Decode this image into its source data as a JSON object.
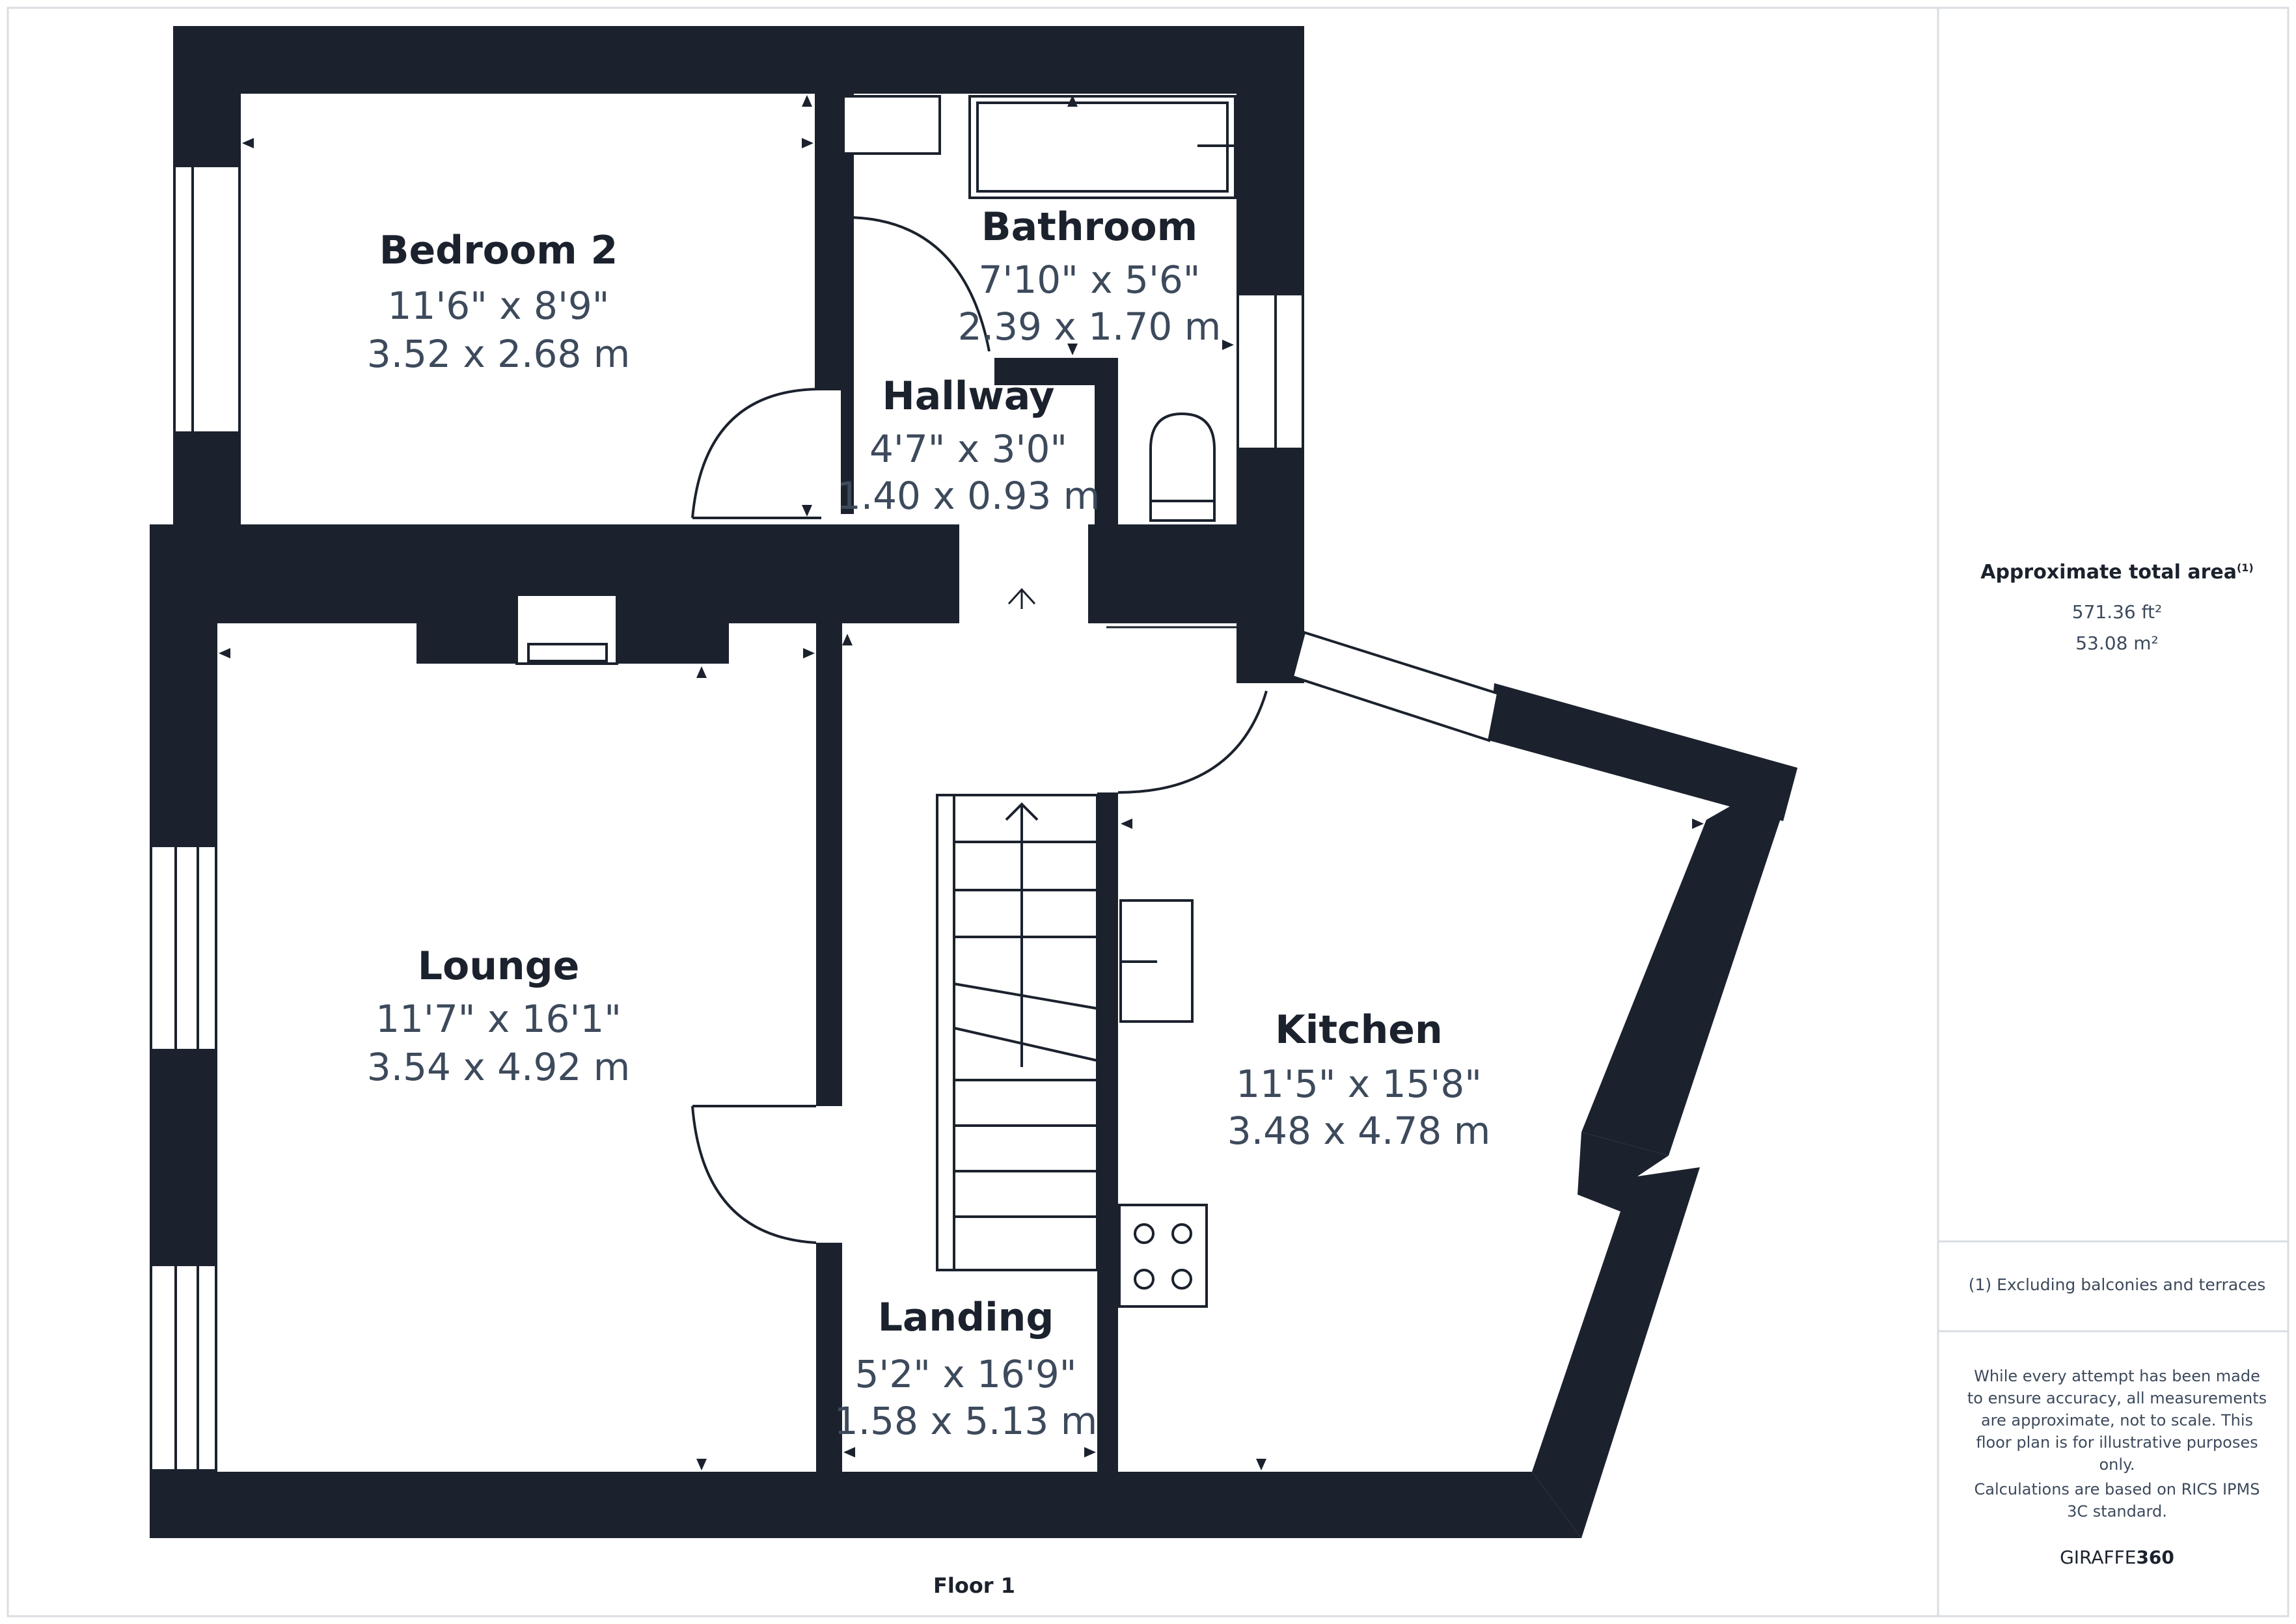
{
  "floor_label": "Floor 1",
  "rooms": {
    "bedroom2": {
      "name": "Bedroom 2",
      "imperial": "11'6\" x 8'9\"",
      "metric": "3.52 x 2.68 m"
    },
    "bathroom": {
      "name": "Bathroom",
      "imperial": "7'10\" x 5'6\"",
      "metric": "2.39 x 1.70 m"
    },
    "hallway": {
      "name": "Hallway",
      "imperial": "4'7\" x 3'0\"",
      "metric": "1.40 x 0.93 m"
    },
    "lounge": {
      "name": "Lounge",
      "imperial": "11'7\" x 16'1\"",
      "metric": "3.54 x 4.92 m"
    },
    "kitchen": {
      "name": "Kitchen",
      "imperial": "11'5\" x 15'8\"",
      "metric": "3.48 x 4.78 m"
    },
    "landing": {
      "name": "Landing",
      "imperial": "5'2\" x 16'9\"",
      "metric": "1.58 x 5.13 m"
    }
  },
  "side_panel": {
    "area_title": "Approximate total area",
    "area_footnote_mark": "(1)",
    "area_ft": "571.36 ft²",
    "area_m": "53.08 m²",
    "footnote": "(1) Excluding balconies and terraces",
    "disclaimer": "While every attempt has been made to ensure accuracy, all measurements are approximate, not to scale. This floor plan is for illustrative purposes only.",
    "calc_note": "Calculations are based on RICS IPMS 3C standard.",
    "brand_prefix": "GIRAFFE",
    "brand_suffix": "360"
  },
  "colors": {
    "wall": "#1b222d",
    "text": "#1b222d",
    "dim_text": "#3d4a5c",
    "panel_border": "#d9dde2"
  }
}
